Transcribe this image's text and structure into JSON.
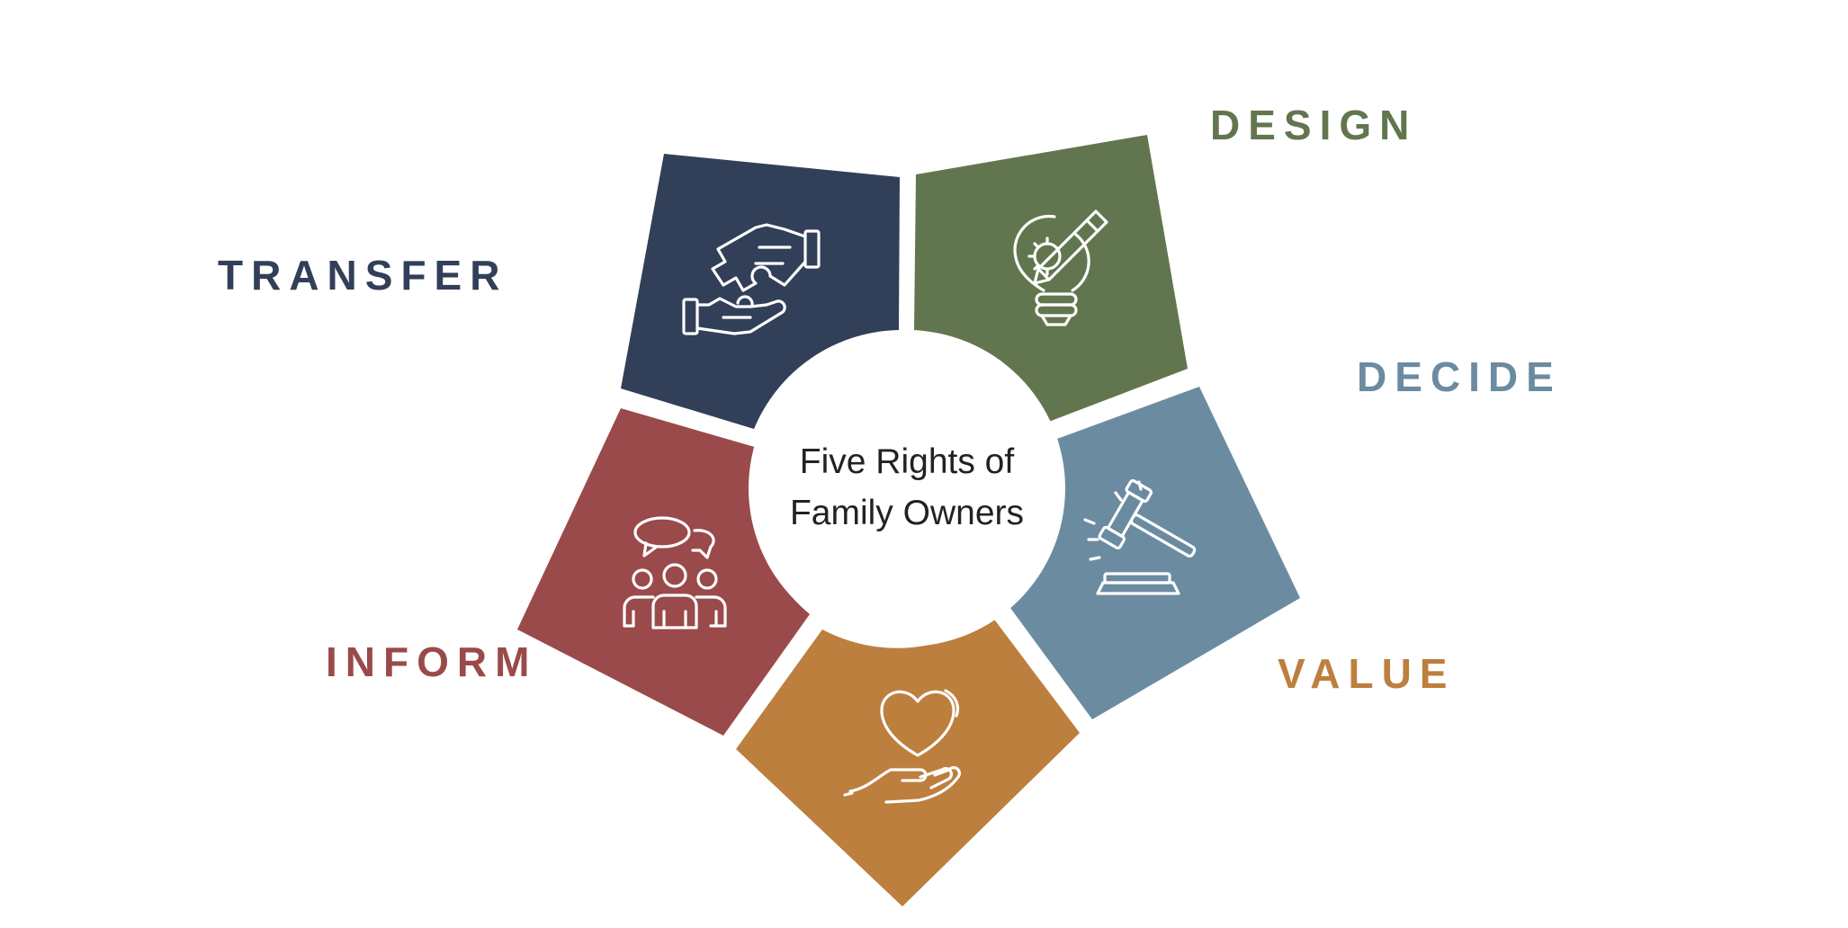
{
  "center": {
    "line1": "Five Rights of",
    "line2": "Family Owners"
  },
  "segments": [
    {
      "key": "transfer",
      "label": "TRANSFER",
      "color": "#323f58",
      "icon": "handshake-puzzle-icon"
    },
    {
      "key": "design",
      "label": "DESIGN",
      "color": "#61764e",
      "icon": "lightbulb-pencil-icon"
    },
    {
      "key": "decide",
      "label": "DECIDE",
      "color": "#6b8ba1",
      "icon": "gavel-icon"
    },
    {
      "key": "value",
      "label": "VALUE",
      "color": "#bd7f3e",
      "icon": "heart-hand-icon"
    },
    {
      "key": "inform",
      "label": "INFORM",
      "color": "#9a4a4a",
      "icon": "group-chat-icon"
    }
  ]
}
